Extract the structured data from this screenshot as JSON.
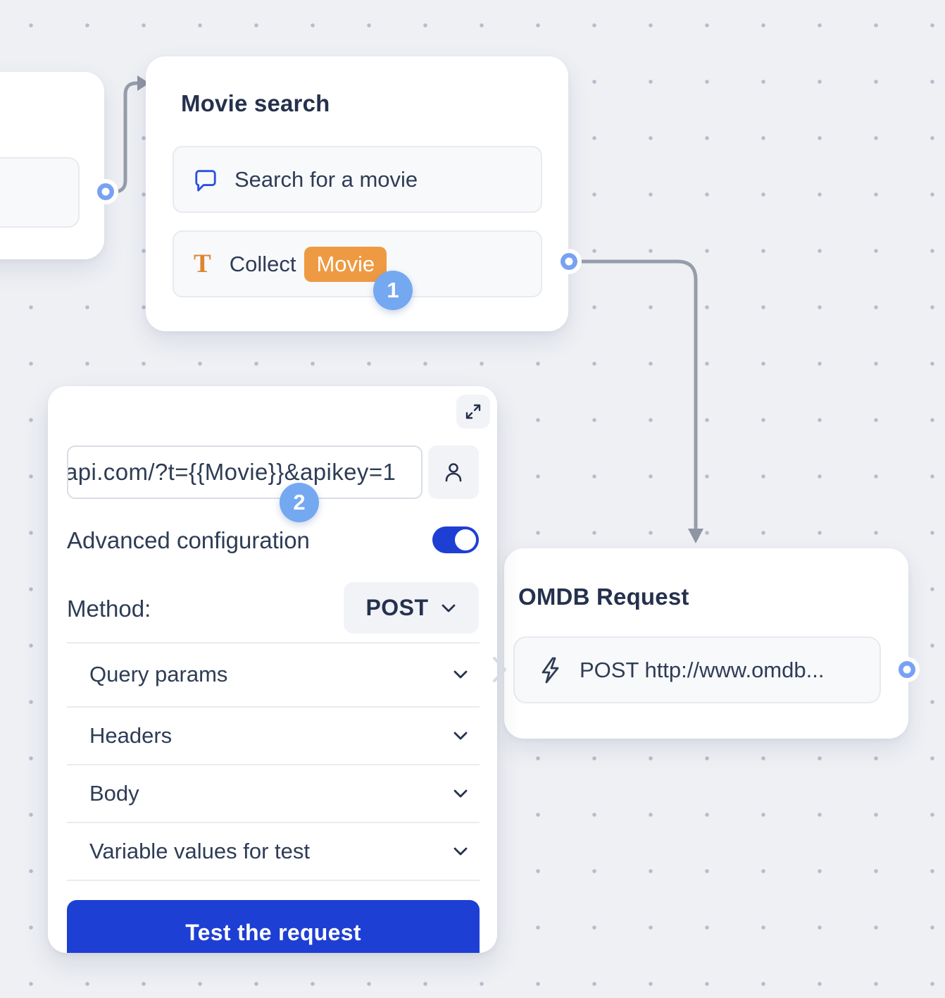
{
  "movie_search_node": {
    "title": "Movie search",
    "blocks": [
      {
        "icon": "chat-bubble-icon",
        "label": "Search for a movie"
      },
      {
        "icon": "text-collect-icon",
        "label": "Collect",
        "variable_chip": "Movie"
      }
    ]
  },
  "step_badges": {
    "step1": "1",
    "step2": "2"
  },
  "webhook_panel": {
    "url_field": {
      "value_visible": "api.com/?t={{Movie}}&apikey=1"
    },
    "advanced_label": "Advanced configuration",
    "advanced_toggle_on": true,
    "method_label": "Method:",
    "method_value": "POST",
    "sections": [
      {
        "label": "Query params"
      },
      {
        "label": "Headers"
      },
      {
        "label": "Body"
      },
      {
        "label": "Variable values for test"
      }
    ],
    "test_button_label": "Test the request"
  },
  "omdb_node": {
    "title": "OMDB Request",
    "block_label": "POST http://www.omdb..."
  },
  "colors": {
    "primary_blue": "#1e3fd4",
    "badge_blue": "#74a8f1",
    "chip_orange": "#ee9a42",
    "icon_blue": "#2b50e0",
    "connector_gray": "#969daa",
    "canvas_bg": "#eef0f4"
  }
}
